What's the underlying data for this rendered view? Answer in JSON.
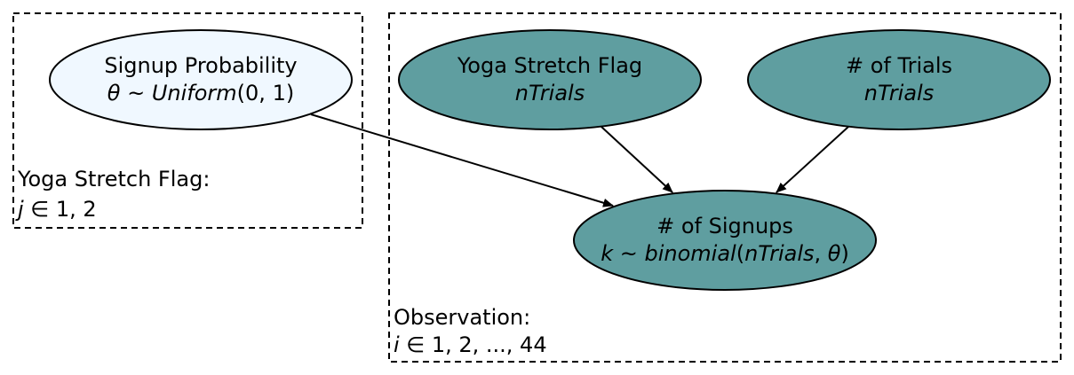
{
  "plates": {
    "yoga": {
      "title": "Yoga Stretch Flag:",
      "index": "j",
      "range": "1, 2"
    },
    "observation": {
      "title": "Observation:",
      "index": "i",
      "range": "1, 2, ..., 44"
    }
  },
  "nodes": {
    "signup_probability": {
      "label": "Signup Probability",
      "var": "θ",
      "dist_name": "Uniform",
      "dist_args": "(0, 1)"
    },
    "yoga_flag": {
      "label": "Yoga Stretch Flag",
      "sub": "nTrials"
    },
    "trials": {
      "label": "# of Trials",
      "sub": "nTrials"
    },
    "signups": {
      "label": "# of Signups",
      "var": "k",
      "dist_name": "binomial",
      "dist_args_open": "(",
      "dist_arg1": "nTrials",
      "dist_arg_sep": ", ",
      "dist_arg2": "θ",
      "dist_args_close": ")"
    }
  },
  "symbols": {
    "tilde": " ~ ",
    "in": " ∈ "
  },
  "colors": {
    "observed_fill": "#5f9ea0",
    "latent_fill": "#f0f8ff",
    "stroke": "#000000"
  }
}
